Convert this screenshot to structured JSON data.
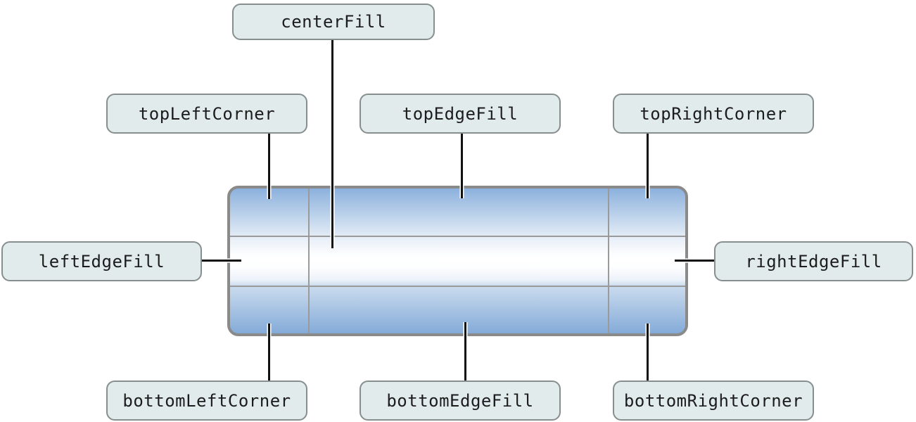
{
  "diagram": {
    "type": "nine-part-image-anatomy",
    "parts": [
      {
        "id": "centerFill",
        "label": "centerFill"
      },
      {
        "id": "topLeftCorner",
        "label": "topLeftCorner"
      },
      {
        "id": "topEdgeFill",
        "label": "topEdgeFill"
      },
      {
        "id": "topRightCorner",
        "label": "topRightCorner"
      },
      {
        "id": "leftEdgeFill",
        "label": "leftEdgeFill"
      },
      {
        "id": "rightEdgeFill",
        "label": "rightEdgeFill"
      },
      {
        "id": "bottomLeftCorner",
        "label": "bottomLeftCorner"
      },
      {
        "id": "bottomEdgeFill",
        "label": "bottomEdgeFill"
      },
      {
        "id": "bottomRightCorner",
        "label": "bottomRightCorner"
      }
    ],
    "grid": {
      "columns": 3,
      "rows": 3
    }
  },
  "colors": {
    "label_fill": "#e1ebeb",
    "label_border": "#878e8e",
    "label_text": "#1c1c1c",
    "callout_line": "#111111",
    "callout_line_casing": "#ffffff",
    "image_border": "#8a8a8a",
    "image_grid_line": "#9a9a9a",
    "image_gradient_top": "#8cb1dd",
    "image_gradient_middle": "#ffffff",
    "image_gradient_bottom": "#84abd8",
    "background": "#ffffff"
  }
}
